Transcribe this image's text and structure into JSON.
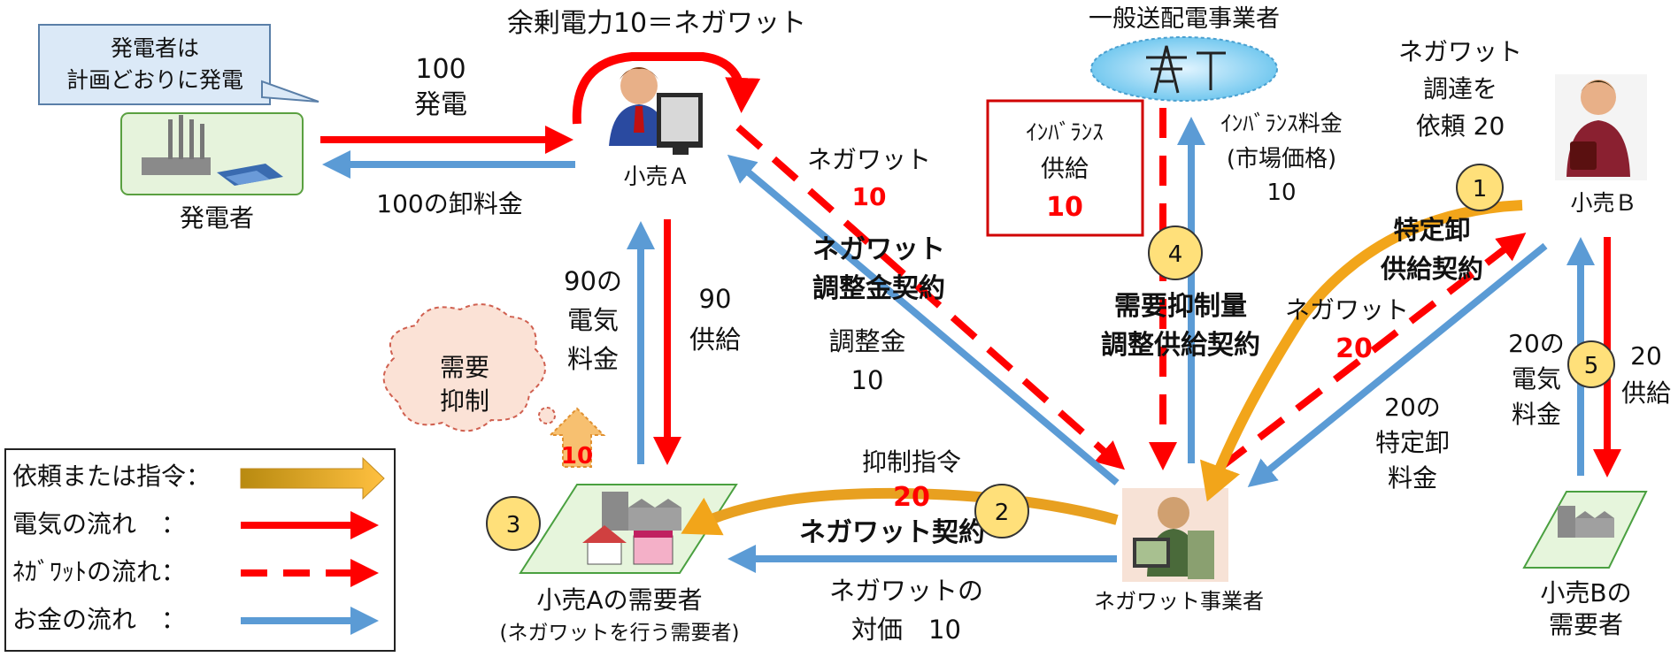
{
  "note_box": {
    "line1": "発電者は",
    "line2": "計画どおりに発電"
  },
  "nodes": {
    "generator": "発電者",
    "retailer_a": "小売Ａ",
    "retailer_b": "小売Ｂ",
    "tso": "一般送配電事業者",
    "aggregator": "ネガワット事業者",
    "customer_a_line1": "小売Aの需要者",
    "customer_a_line2": "(ネガワットを行う需要者)",
    "customer_b_line1": "小売Bの",
    "customer_b_line2": "需要者"
  },
  "labels": {
    "surplus": "余剰電力10＝ネガワット",
    "gen_100": "100",
    "gen_label": "発電",
    "wholesale_fee": "100の卸料金",
    "elec_fee_90_l1": "90の",
    "elec_fee_90_l2": "電気",
    "elec_fee_90_l3": "料金",
    "supply_90_l1": "90",
    "supply_90_l2": "供給",
    "negawatt_a": "ネガワット",
    "negawatt_a_val": "10",
    "adj_contract_l1": "ネガワット",
    "adj_contract_l2": "調整金契約",
    "adj_fee_l1": "調整金",
    "adj_fee_l2": "10",
    "imbalance_l1": "ｲﾝﾊﾞﾗﾝｽ",
    "imbalance_l2": "供給",
    "imbalance_val": "10",
    "imbalance_fee_l1": "ｲﾝﾊﾞﾗﾝｽ料金",
    "imbalance_fee_l2": "(市場価格)",
    "imbalance_fee_l3": "10",
    "demand_ctrl_l1": "需要抑制量",
    "demand_ctrl_l2": "調整供給契約",
    "procure_l1": "ネガワット",
    "procure_l2": "調達を",
    "procure_l3": "依頼 20",
    "specific_l1": "特定卸",
    "specific_l2": "供給契約",
    "negawatt_b": "ネガワット",
    "negawatt_b_val": "20",
    "specific_fee_l1": "20の",
    "specific_fee_l2": "特定卸",
    "specific_fee_l3": "料金",
    "b_fee_l1": "20の",
    "b_fee_l2": "電気",
    "b_fee_l3": "料金",
    "b_supply_l1": "20",
    "b_supply_l2": "供給",
    "cloud_l1": "需要",
    "cloud_l2": "抑制",
    "reduction_val": "10",
    "command_label": "抑制指令",
    "command_val": "20",
    "negawatt_contract": "ネガワット契約",
    "payment_l1": "ネガワットの",
    "payment_l2": "対価　10"
  },
  "badges": [
    "1",
    "2",
    "3",
    "4",
    "5"
  ],
  "legend": [
    {
      "label": "依頼または指令：",
      "style": "request"
    },
    {
      "label": "電気の流れ　：",
      "style": "electricity"
    },
    {
      "label": "ﾈｶﾞﾜｯﾄの流れ：",
      "style": "negawatt"
    },
    {
      "label": "お金の流れ　：",
      "style": "money"
    }
  ],
  "colors": {
    "electricity": "#ff0000",
    "money": "#5b9bd5",
    "request": "#f0a030",
    "badge": "#ffe07a"
  }
}
